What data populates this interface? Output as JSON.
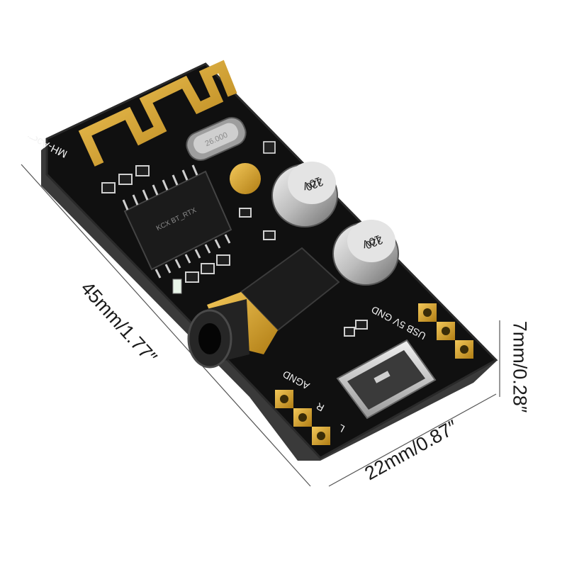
{
  "dimensions": {
    "length": "45mm/1.77″",
    "width": "22mm/0.87″",
    "height": "7mm/0.28″"
  },
  "silkscreen": {
    "model": "MH-Aɔᓟ",
    "usb_label": "USB 5V GND",
    "left_pad": "L",
    "right_pad": "R",
    "agnd_pad": "AGND"
  },
  "capacitors": [
    {
      "value": "220",
      "voltage": "10V"
    },
    {
      "value": "220",
      "voltage": "10V"
    }
  ],
  "crystal": {
    "marking": "26.000"
  },
  "chip": {
    "marking": "KCX BT_RTX"
  },
  "colors": {
    "pcb": "#101010",
    "pcb_edge": "#2a2a2a",
    "gold": "#d9a62e",
    "silver": "#c8c8c8",
    "silkscreen": "#f2f2f2"
  }
}
